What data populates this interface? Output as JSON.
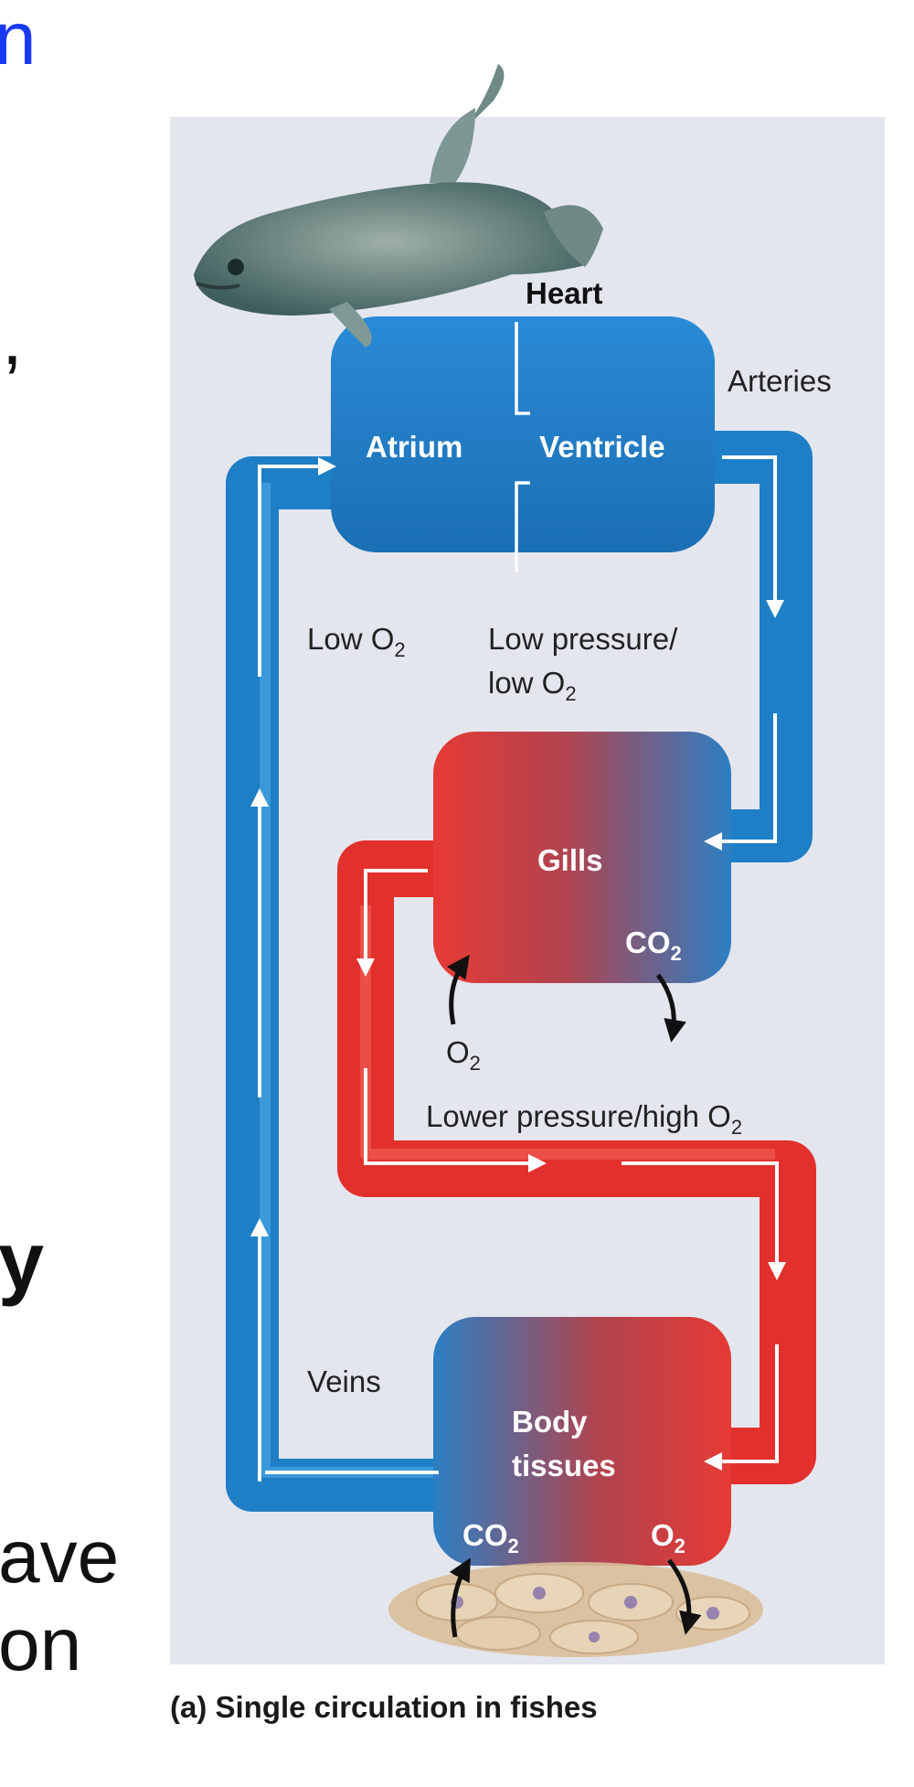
{
  "slide_text": {
    "top_fragment": "n",
    "comma_fragment": ",",
    "bold_fragment": "y",
    "line1_fragment": "ave",
    "line2_fragment": "on"
  },
  "diagram": {
    "heart_label": "Heart",
    "arteries_label": "Arteries",
    "atrium_label": "Atrium",
    "ventricle_label": "Ventricle",
    "low_o2": {
      "text": "Low O",
      "sub": "2"
    },
    "low_pressure": {
      "line1": "Low pressure/",
      "line2_text": "low O",
      "line2_sub": "2"
    },
    "gills_label": "Gills",
    "gills_co2": {
      "text": "CO",
      "sub": "2"
    },
    "gills_o2": {
      "text": "O",
      "sub": "2"
    },
    "lower_pressure": {
      "text": "Lower pressure/high O",
      "sub": "2"
    },
    "veins_label": "Veins",
    "body_line1": "Body",
    "body_line2": "tissues",
    "body_co2": {
      "text": "CO",
      "sub": "2"
    },
    "body_o2": {
      "text": "O",
      "sub": "2"
    },
    "colors": {
      "deoxygenated_blue": "#1f86d0",
      "oxygenated_red": "#e8332e",
      "panel_background": "#e4e6ee",
      "arrow_white": "#ffffff"
    },
    "icons": [
      "fish-illustration-icon",
      "cell-tissue-icon"
    ]
  },
  "caption": "(a) Single circulation in fishes"
}
